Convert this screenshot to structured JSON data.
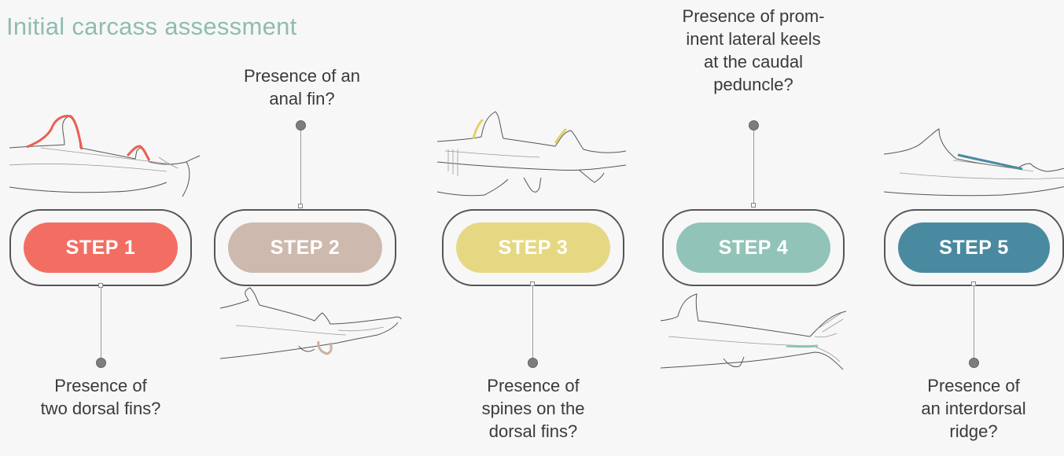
{
  "title": "Initial carcass assessment",
  "steps": [
    {
      "label": "STEP 1",
      "color": "#f26e63",
      "question": "Presence of\ntwo dorsal fins?"
    },
    {
      "label": "STEP 2",
      "color": "#cdb9ad",
      "question": "Presence of an\nanal fin?"
    },
    {
      "label": "STEP 3",
      "color": "#e6d883",
      "question": "Presence of\nspines on the\ndorsal fins?"
    },
    {
      "label": "STEP 4",
      "color": "#92c3b8",
      "question": "Presence of prom-\ninent lateral keels\nat the caudal\npeduncle?"
    },
    {
      "label": "STEP 5",
      "color": "#4a8aa0",
      "question": "Presence of\nan interdorsal\nridge?"
    }
  ],
  "icons": [
    "shark-dorsal-fins-illustration",
    "shark-anal-fin-illustration",
    "shark-fin-spines-illustration",
    "shark-caudal-keel-illustration",
    "shark-interdorsal-ridge-illustration"
  ]
}
